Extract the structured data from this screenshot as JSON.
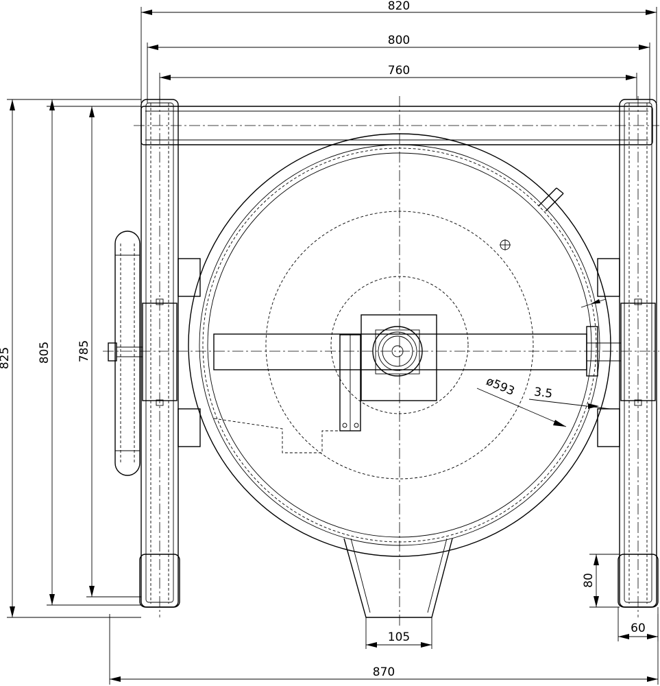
{
  "drawing": {
    "dimensions": {
      "overall_width": "820",
      "frame_width": "800",
      "inner_width": "760",
      "overall_height": "825",
      "frame_height": "805",
      "inner_height": "785",
      "drum_diameter": "ø593",
      "wall_thickness": "3.5",
      "spout_width": "105",
      "base_width": "870",
      "foot_height": "80",
      "foot_width": "60"
    }
  }
}
